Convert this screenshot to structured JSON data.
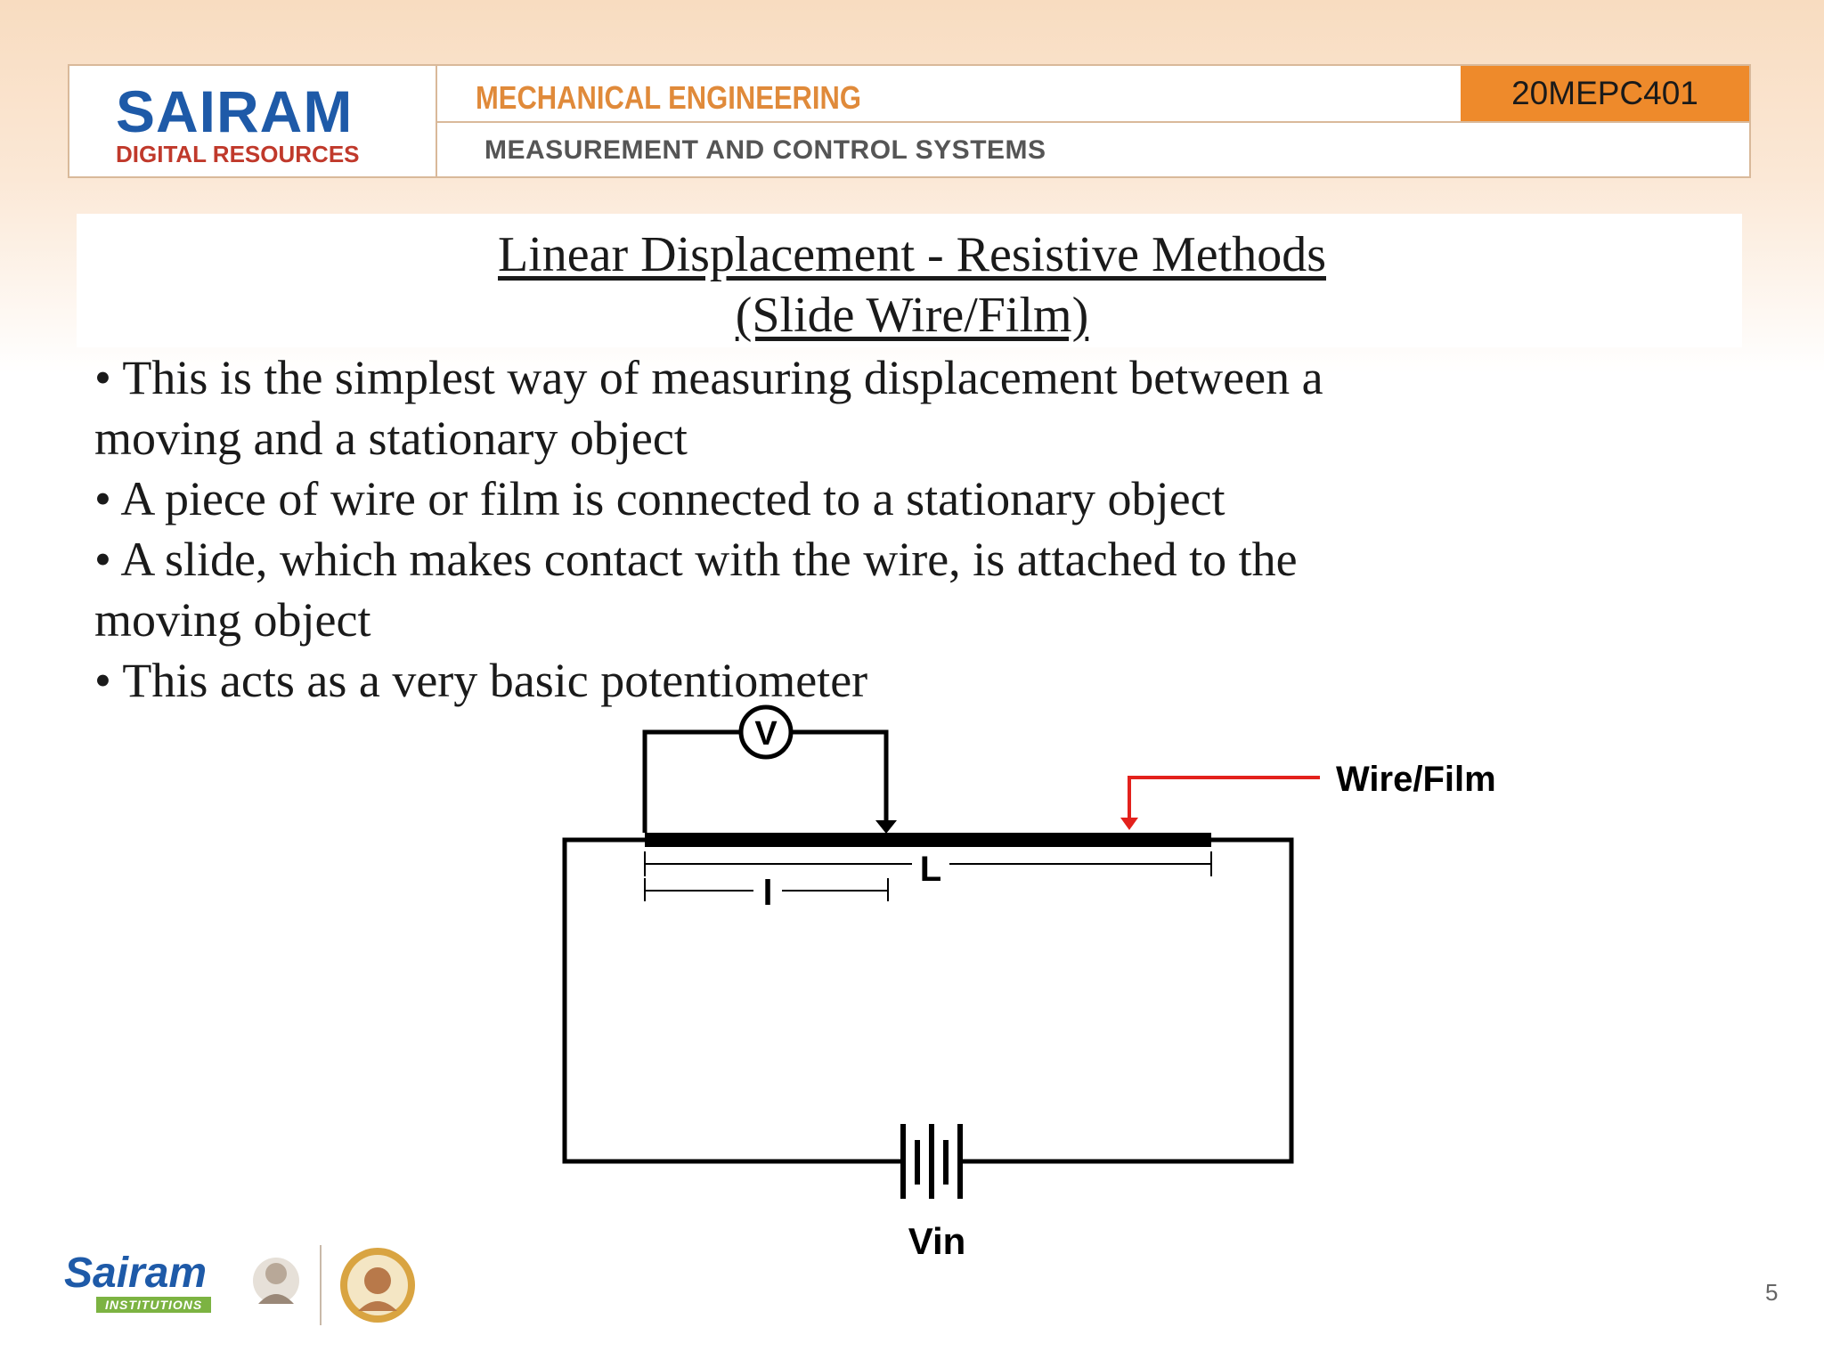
{
  "header": {
    "logo_main": "SAIRAM",
    "logo_sub": "DIGITAL RESOURCES",
    "department": "MECHANICAL ENGINEERING",
    "course_name": "MEASUREMENT AND CONTROL SYSTEMS",
    "course_code": "20MEPC401"
  },
  "slide": {
    "title_line1": "Linear Displacement - Resistive Methods",
    "title_line2": "(Slide Wire/Film)",
    "bullets": [
      "• This is the simplest way of measuring displacement between a",
      "moving and a stationary object",
      "• A piece of wire or film is connected to a stationary object",
      "• A slide, which makes contact with the wire, is attached to the",
      "moving object",
      "• This acts as a very basic potentiometer"
    ]
  },
  "diagram": {
    "voltmeter_symbol": "V",
    "length_total_label": "L",
    "length_partial_label": "l",
    "wire_label": "Wire/Film",
    "source_label": "Vin",
    "pointer_color": "#e3211c"
  },
  "footer": {
    "brand": "Sairam",
    "brand_sub": "INSTITUTIONS",
    "page_number": "5"
  }
}
